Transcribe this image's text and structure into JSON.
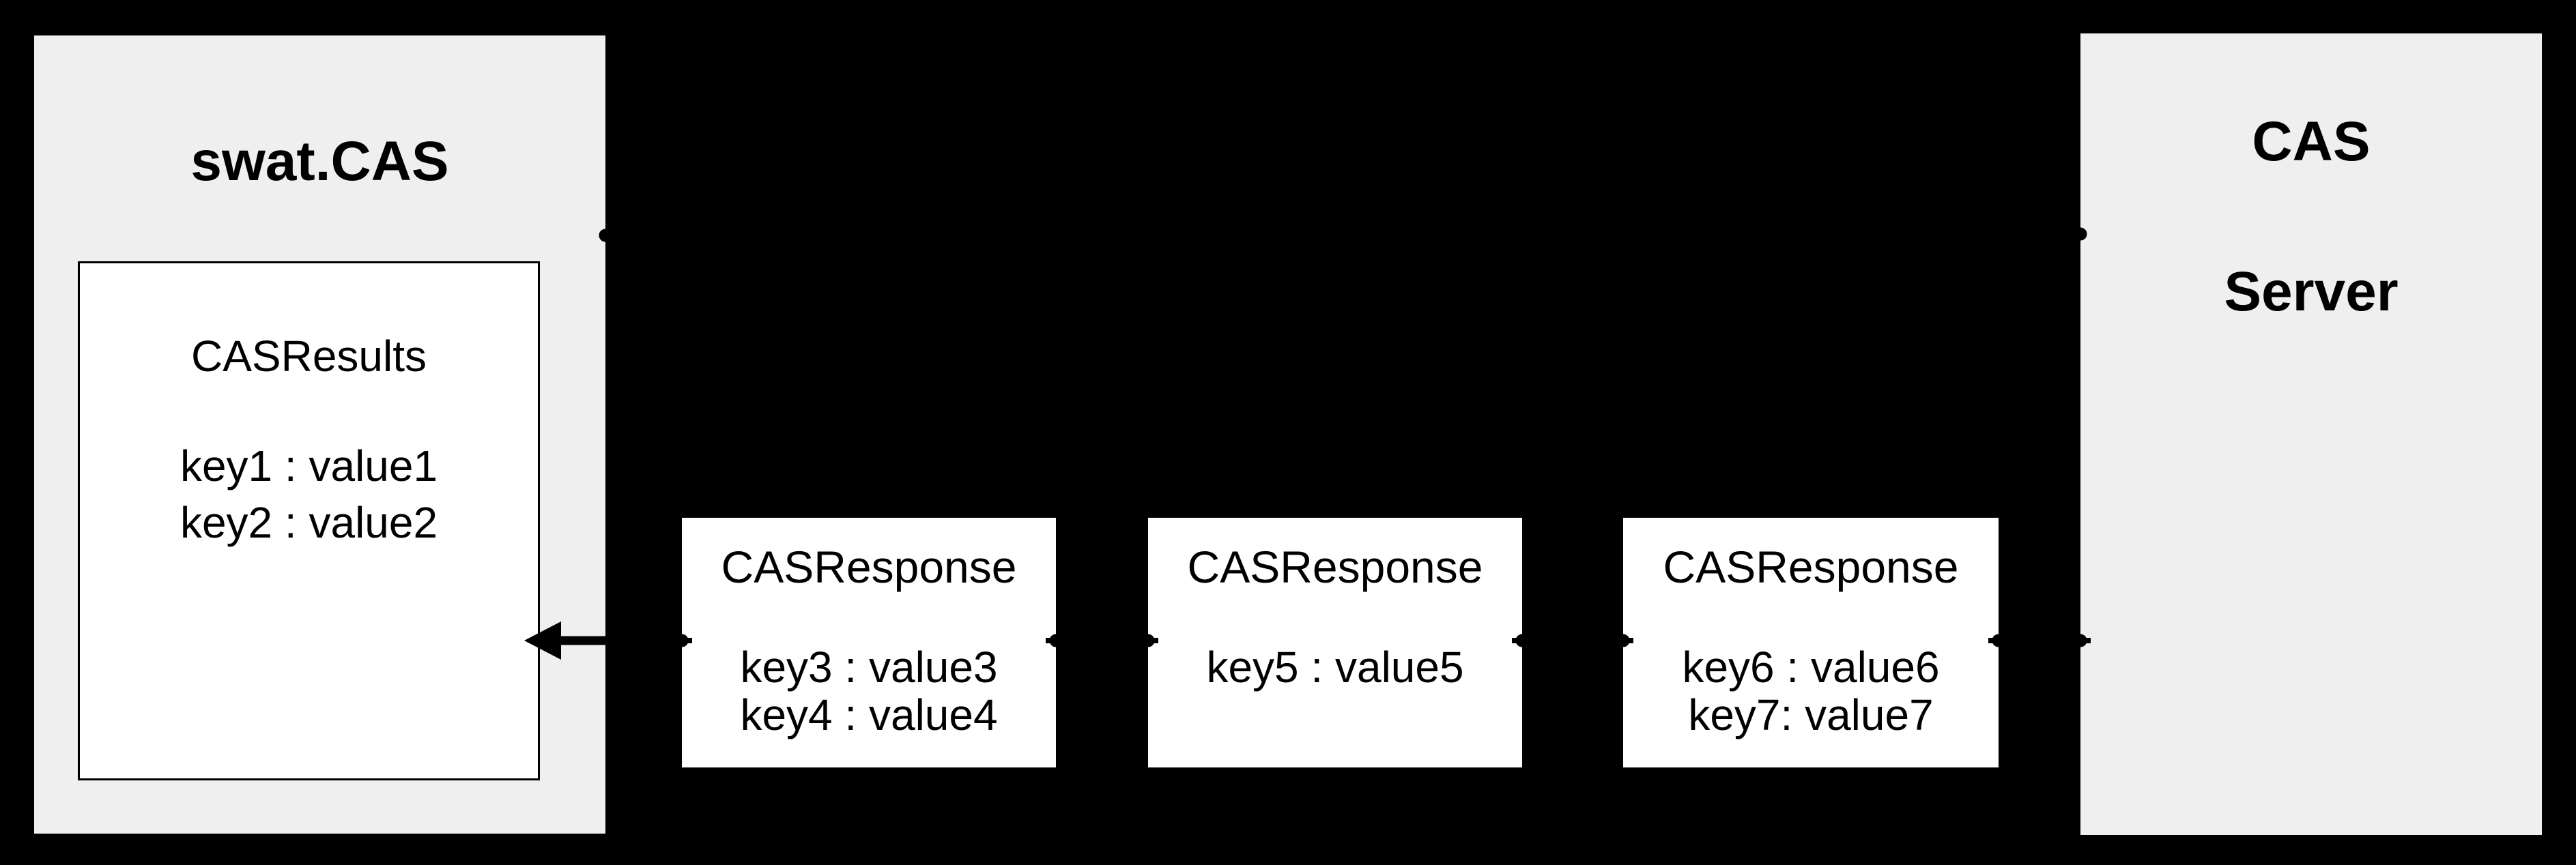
{
  "diagram": {
    "background_color": "#000000",
    "panel_fill_color": "#efefef",
    "inner_box_fill_color": "#ffffff",
    "line_color": "#000000",
    "client": {
      "title": "swat.CAS",
      "results": {
        "title": "CASResults",
        "entries": [
          "key1 : value1",
          "key2 : value2"
        ]
      }
    },
    "responses": [
      {
        "title": "CASResponse",
        "entries": [
          "key3 : value3",
          "key4 : value4"
        ]
      },
      {
        "title": "CASResponse",
        "entries": [
          "key5 : value5"
        ]
      },
      {
        "title": "CASResponse",
        "entries": [
          "key6 : value6",
          "key7: value7"
        ]
      }
    ],
    "server": {
      "title": "CAS\nServer",
      "title_line1": "CAS",
      "title_line2": "Server"
    }
  }
}
